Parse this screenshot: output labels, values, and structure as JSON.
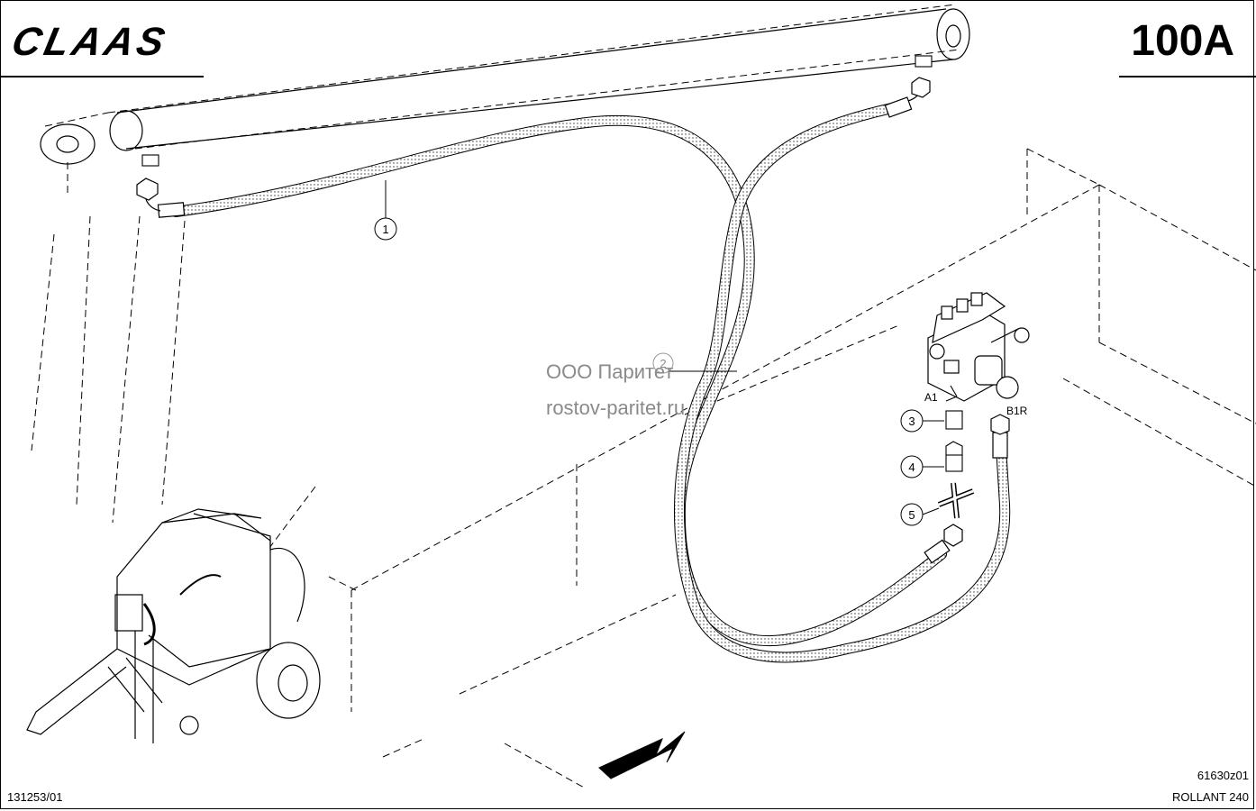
{
  "header": {
    "brand": "CLAAS",
    "sheet_number": "100A"
  },
  "watermark": {
    "line1": "ООО Паритет",
    "line2": "rostov-paritet.ru"
  },
  "callouts": [
    "1",
    "2",
    "3",
    "4",
    "5"
  ],
  "port_labels": {
    "a1": "A1",
    "b1r": "B1R"
  },
  "footer": {
    "left_code": "131253/01",
    "right_code": "61630z01",
    "model": "ROLLANT 240"
  }
}
